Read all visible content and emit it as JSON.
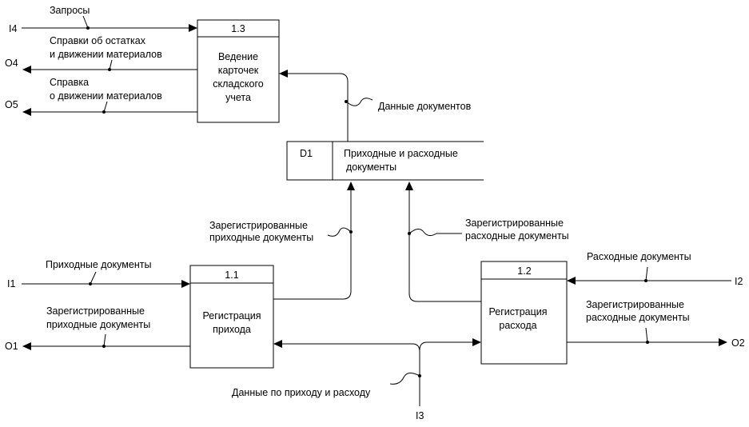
{
  "processes": {
    "p13": {
      "id": "1.3",
      "lines": [
        "Ведение",
        "карточек",
        "складского",
        "учета"
      ]
    },
    "p11": {
      "id": "1.1",
      "lines": [
        "Регистрация",
        "прихода"
      ]
    },
    "p12": {
      "id": "1.2",
      "lines": [
        "Регистрация",
        "расхода"
      ]
    }
  },
  "store": {
    "id": "D1",
    "lines": [
      "Приходные и расходные",
      "документы"
    ]
  },
  "ports": {
    "I4": "I4",
    "O4": "O4",
    "O5": "O5",
    "I1": "I1",
    "O1": "O1",
    "I2": "I2",
    "O2": "O2",
    "I3": "I3"
  },
  "flows": {
    "zaprosy": [
      "Запросы"
    ],
    "spravki_ostatki": [
      "Справки об остатках",
      "и движении материалов"
    ],
    "spravka_dvizh": [
      "Справка",
      "о движении материалов"
    ],
    "dannye_dok": [
      "Данные документов"
    ],
    "reg_prih_store": [
      "Зарегистрированные",
      "приходные документы"
    ],
    "reg_rash_store": [
      "Зарегистрированные",
      "расходные документы"
    ],
    "prih_dok": [
      "Приходные документы"
    ],
    "reg_prih_out": [
      "Зарегистрированные",
      "приходные документы"
    ],
    "rash_dok": [
      "Расходные документы"
    ],
    "reg_rash_out": [
      "Зарегистрированные",
      "расходные документы"
    ],
    "dannye_pr": [
      "Данные по приходу и расходу"
    ]
  }
}
